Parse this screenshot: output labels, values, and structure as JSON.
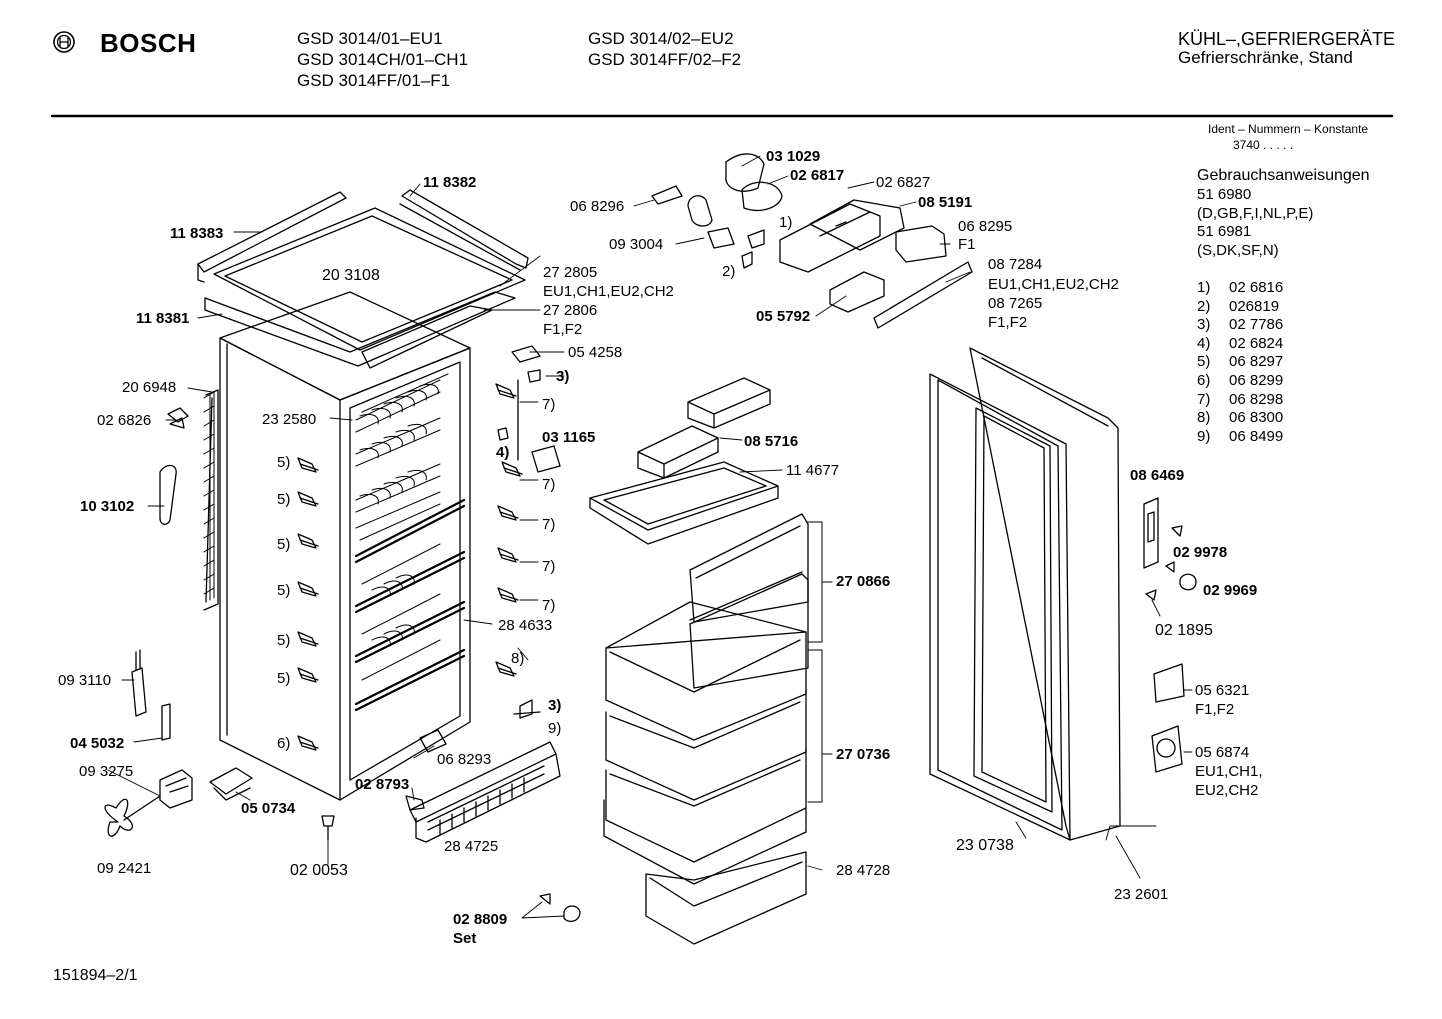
{
  "brand": "BOSCH",
  "header": {
    "models_col1": [
      "GSD 3014/01–EU1",
      "GSD 3014CH/01–CH1",
      "GSD 3014FF/01–F1"
    ],
    "models_col2": [
      "GSD 3014/02–EU2",
      "GSD 3014FF/02–F2"
    ],
    "category": "KÜHL–,GEFRIERGERÄTE",
    "subcategory": "Gefrierschränke, Stand"
  },
  "ident": {
    "label": "Ident – Nummern – Konstante",
    "value": "3740 . . . . ."
  },
  "manuals": {
    "title": "Gebrauchsanweisungen",
    "lines": [
      "51 6980",
      "(D,GB,F,I,NL,P,E)",
      "51 6981",
      "(S,DK,SF,N)"
    ]
  },
  "footnotes": [
    {
      "n": "1)",
      "part": "02 6816"
    },
    {
      "n": "2)",
      "part": "026819"
    },
    {
      "n": "3)",
      "part": "02 7786"
    },
    {
      "n": "4)",
      "part": "02 6824"
    },
    {
      "n": "5)",
      "part": "06 8297"
    },
    {
      "n": "6)",
      "part": "06 8299"
    },
    {
      "n": "7)",
      "part": "06 8298"
    },
    {
      "n": "8)",
      "part": "06 8300"
    },
    {
      "n": "9)",
      "part": "06 8499"
    }
  ],
  "labels": {
    "p031029": "03 1029",
    "p026817": "02 6817",
    "p026827": "02 6827",
    "p068296": "06 8296",
    "p085191": "08 5191",
    "p093004": "09 3004",
    "fn1": "1)",
    "fn2a": "2)",
    "p068295": "06 8295",
    "f1a": "F1",
    "p118382": "11 8382",
    "p118383": "11 8383",
    "p203108": "20 3108",
    "p272805": "27 2805",
    "eu_a": "EU1,CH1,EU2,CH2",
    "p272806": "27 2806",
    "f1f2a": "F1,F2",
    "p087284": "08 7284",
    "eu_b": "EU1,CH1,EU2,CH2",
    "p087265": "08 7265",
    "f1f2b": "F1,F2",
    "p055792": "05 5792",
    "p118381": "11 8381",
    "p054258": "05 4258",
    "fn3a": "3)",
    "p206948": "20 6948",
    "p232580": "23 2580",
    "fn7a": "7)",
    "p026826": "02 6826",
    "p031165": "03 1165",
    "fn4": "4)",
    "p085716": "08 5716",
    "p114677": "11 4677",
    "fn7b": "7)",
    "p103102": "10 3102",
    "fn5a": "5)",
    "fn5b": "5)",
    "fn5c": "5)",
    "fn7c": "7)",
    "p086469": "08 6469",
    "fn5d": "5)",
    "fn7d": "7)",
    "p270866": "27 0866",
    "fn7e": "7)",
    "p029978": "02 9978",
    "p029969": "02 9969",
    "p284633": "28 4633",
    "p021895": "02 1895",
    "fn5e": "5)",
    "fn8": "8)",
    "fn5f": "5)",
    "p093110": "09 3110",
    "p056321": "05 6321",
    "f1f2c": "F1,F2",
    "fn3b": "3)",
    "fn9": "9)",
    "p045032": "04 5032",
    "fn6": "6)",
    "p093275": "09 3275",
    "p068293": "06 8293",
    "p056874": "05 6874",
    "eu_c1": "EU1,CH1,",
    "eu_c2": "EU2,CH2",
    "p270736": "27 0736",
    "p050734": "05 0734",
    "p028793": "02 8793",
    "p230738": "23 0738",
    "p284725": "28 4725",
    "p092421": "09 2421",
    "p020053": "02 0053",
    "p284728": "28 4728",
    "p232601": "23 2601",
    "p028809": "02 8809",
    "set": "Set"
  },
  "drawing_id": "151894–2/1"
}
